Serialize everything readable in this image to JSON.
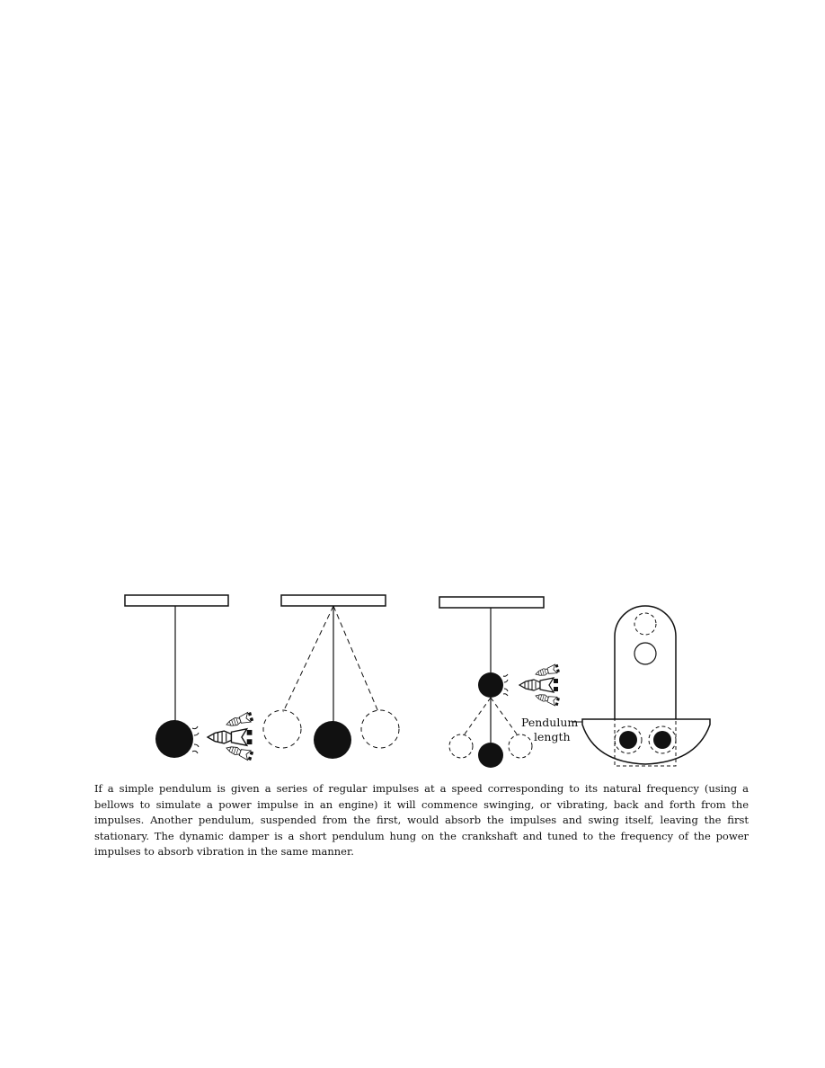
{
  "figure": {
    "label_pendulum_length_line1": "Pendulum",
    "label_pendulum_length_line2": "length"
  },
  "caption": {
    "text": "If a simple pendulum is given a series of regular impulses at a speed corresponding to its natural frequency (using a bellows to simulate a power impulse in an engine) it will commence swinging, or vibrating, back and forth from the impulses. Another pendulum, suspended from the first, would absorb the impulses and swing itself, leaving the first stationary. The dynamic damper is a short pendulum hung on the crankshaft and tuned to the frequency of the power impulses to absorb vibration in the same manner."
  },
  "colors": {
    "ink": "#111111",
    "paper": "#ffffff"
  }
}
